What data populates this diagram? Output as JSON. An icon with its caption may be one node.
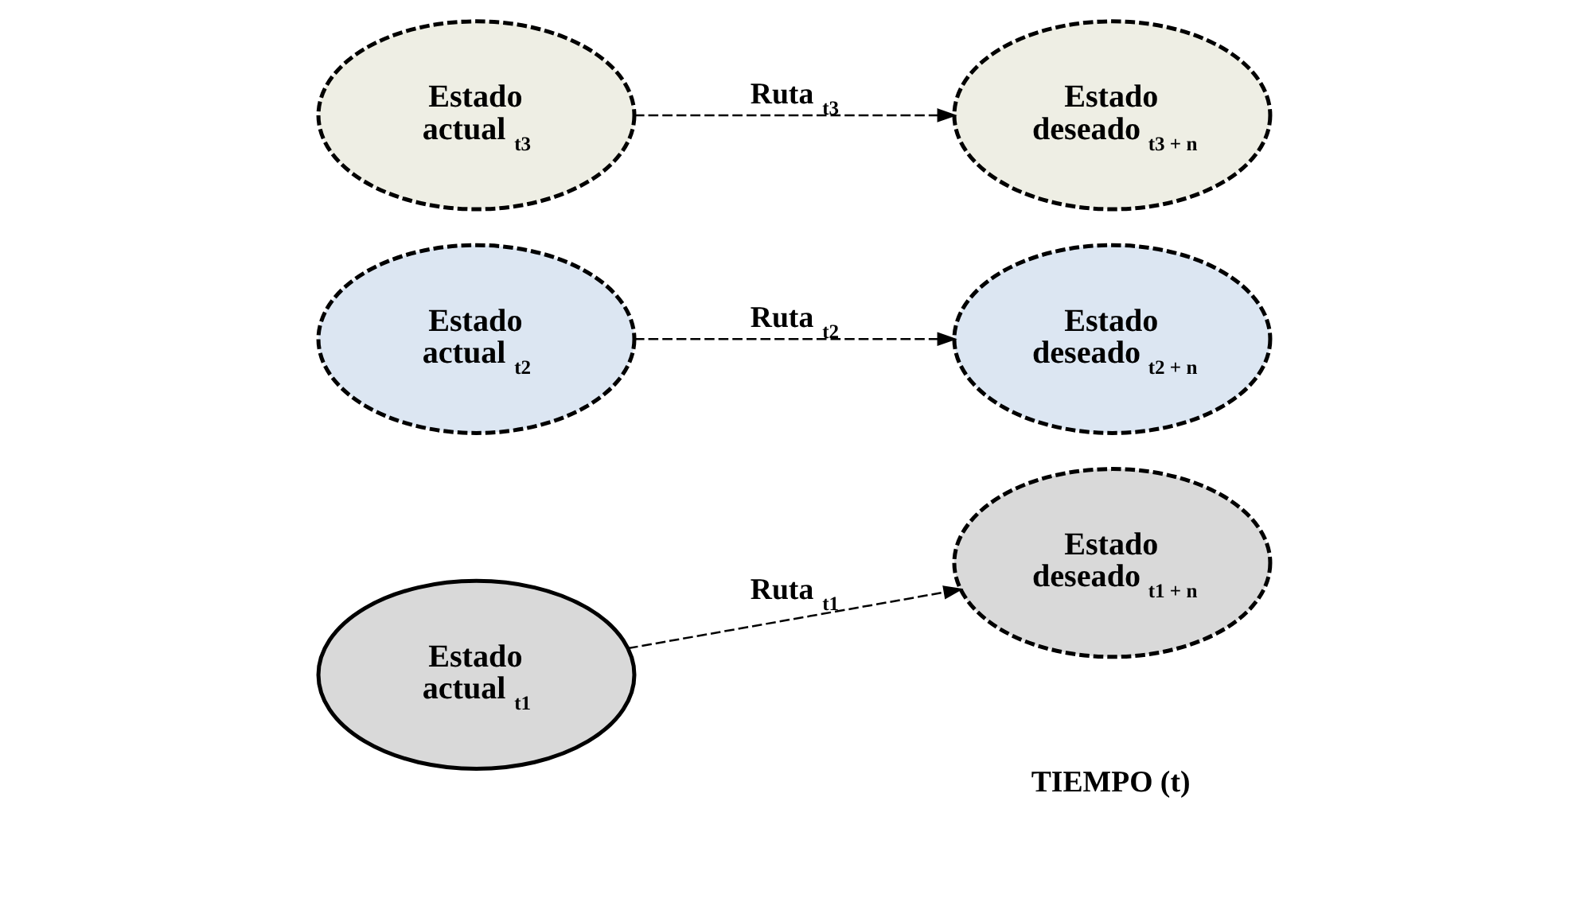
{
  "diagram": {
    "nodes": [
      {
        "text": [
          "Estado actual $_{t1}$"
        ]
      },
      {
        "text": [
          "Estado actual $_{t2}$"
        ]
      },
      {
        "text": [
          "Estado actual $_{t3}$"
        ]
      },
      {
        "text": [
          "Estado deseado $_{t1 + n}$"
        ]
      },
      {
        "text": [
          "Estado deseado $_{t2 + n}$"
        ]
      },
      {
        "text": [
          "Estado deseado $_{t3 + n}$"
        ]
      }
    ],
    "edges": [
      {
        "from": 0,
        "to": 3,
        "arrow": "to",
        "label": "Ruta $_{t1}$",
        "style": "dashed"
      },
      {
        "from": 1,
        "to": 4,
        "arrow": "to",
        "label": "Ruta $_{t2}$",
        "style": "dashed"
      },
      {
        "from": 2,
        "to": 5,
        "arrow": "to",
        "label": "Ruta $_{t3}$",
        "style": "dashed"
      }
    ],
    "labels": [
      "TIEMPO (t)"
    ]
  }
}
